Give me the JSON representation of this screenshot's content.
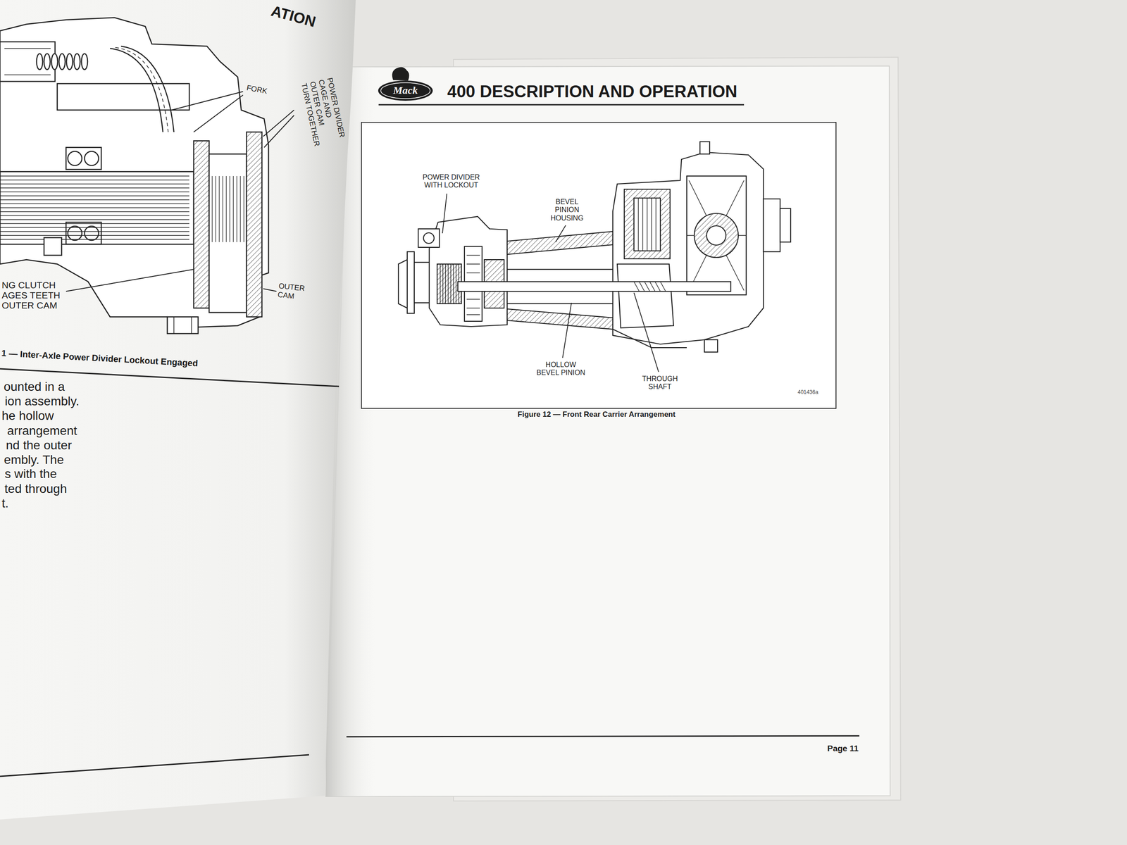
{
  "diagram": {
    "title": "400 DESCRIPTION AND OPERATION",
    "caption": "Figure 12 — Front Rear Carrier Arrangement",
    "labels": [
      "ATION",
      "FORK",
      "POWER DIVIDER CAGE AND OUTER CAM TURN TOGETHER",
      "NG CLUTCH AGES TEETH OUTER CAM",
      "OUTER CAM",
      "1 — Inter-Axle Power Divider Lockout Engaged",
      "ounted in a",
      "ion assembly.",
      "he hollow",
      "arrangement",
      "nd the outer",
      "embly. The",
      "s with the",
      "ted through",
      "t.",
      "Mack",
      "POWER DIVIDER WITH LOCKOUT",
      "BEVEL PINION HOUSING",
      "HOLLOW BEVEL PINION",
      "THROUGH SHAFT",
      "401436a",
      "Page 11"
    ]
  }
}
